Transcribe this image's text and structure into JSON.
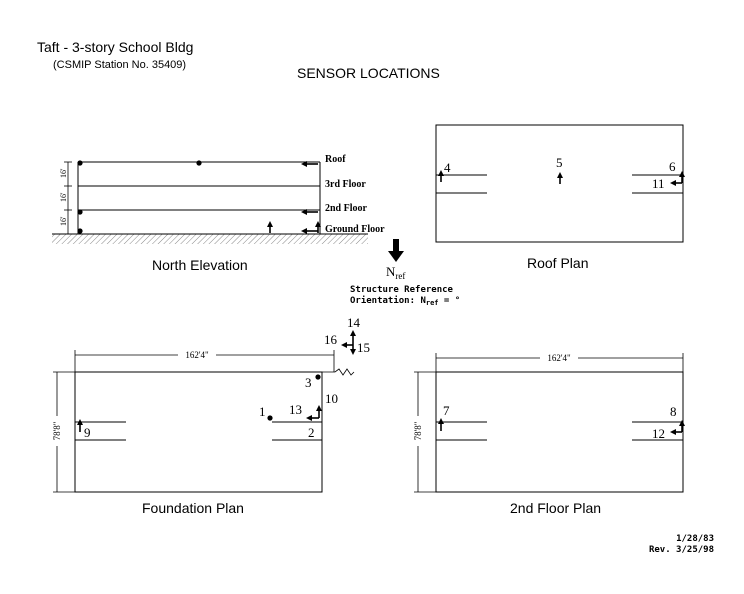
{
  "header": {
    "title": "Taft - 3-story School Bldg",
    "station": "(CSMIP Station No. 35409)",
    "sensor_heading": "SENSOR LOCATIONS"
  },
  "north_elevation": {
    "caption": "North Elevation",
    "levels": [
      "Roof",
      "3rd Floor",
      "2nd Floor",
      "Ground Floor"
    ],
    "story_heights": [
      "16'",
      "16'",
      "16'"
    ]
  },
  "roof_plan": {
    "caption": "Roof Plan",
    "sensors": [
      "4",
      "5",
      "6",
      "11"
    ]
  },
  "reference": {
    "north_label": "N",
    "north_sub": "ref",
    "line1": "Structure Reference",
    "line2_prefix": "Orientation: N",
    "line2_sub": "ref",
    "line2_suffix": " =   °"
  },
  "compass_sensors": [
    "14",
    "16",
    "15"
  ],
  "foundation_plan": {
    "caption": "Foundation Plan",
    "width_dim": "162'4\"",
    "depth_dim": "78'8\"",
    "sensors": [
      "1",
      "2",
      "3",
      "9",
      "10",
      "13"
    ]
  },
  "second_floor_plan": {
    "caption": "2nd Floor Plan",
    "width_dim": "162'4\"",
    "depth_dim": "78'8\"",
    "sensors": [
      "7",
      "8",
      "12"
    ]
  },
  "dates": {
    "original": "1/28/83",
    "revision": "Rev. 3/25/98"
  }
}
